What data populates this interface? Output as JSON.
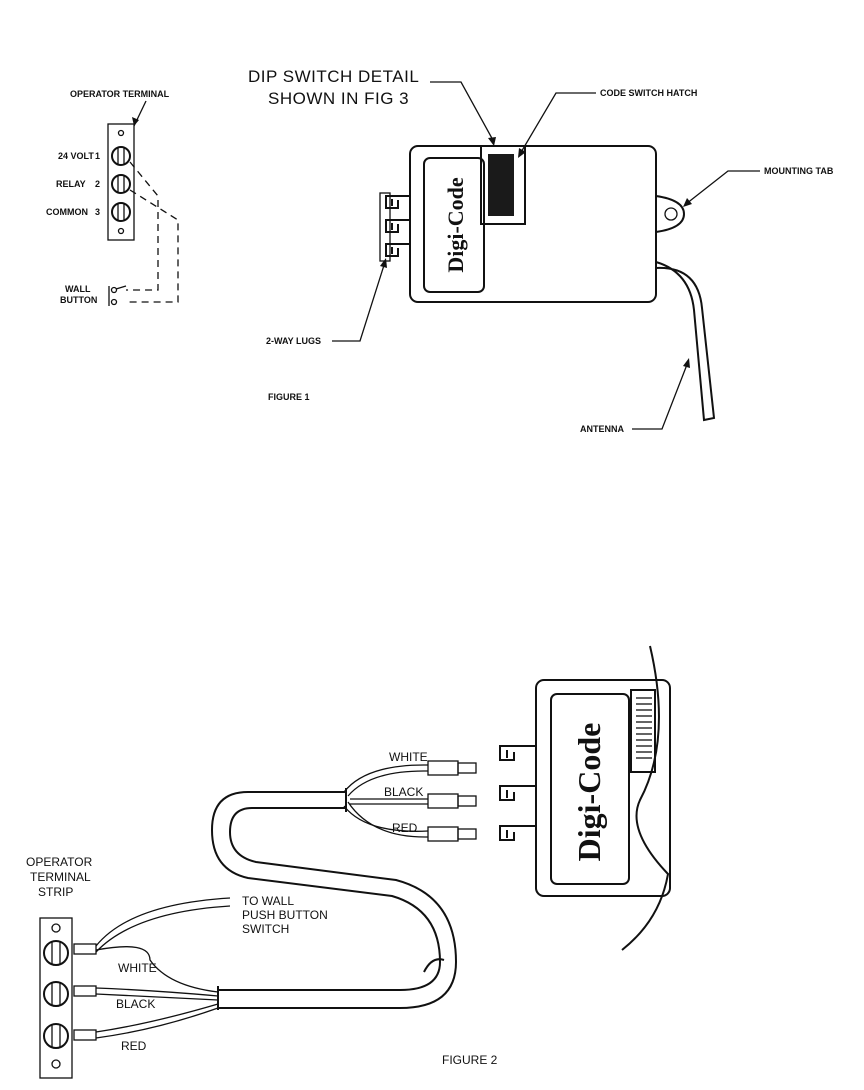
{
  "figure1": {
    "operator_terminal": "OPERATOR TERMINAL",
    "terminals": [
      {
        "name": "24 VOLT",
        "num": "1"
      },
      {
        "name": "RELAY",
        "num": "2"
      },
      {
        "name": "COMMON",
        "num": "3"
      }
    ],
    "wall_button": [
      "WALL",
      "BUTTON"
    ],
    "dip_detail": [
      "DIP SWITCH DETAIL",
      "SHOWN IN FIG 3"
    ],
    "code_switch_hatch": "CODE SWITCH HATCH",
    "mounting_tab": "MOUNTING TAB",
    "two_way_lugs": "2-WAY LUGS",
    "antenna": "ANTENNA",
    "device_logo": "Digi-Code",
    "caption": "FIGURE 1"
  },
  "figure2": {
    "wire_labels_device": [
      "WHITE",
      "BLACK",
      "RED"
    ],
    "operator_strip": [
      "OPERATOR",
      "TERMINAL",
      "STRIP"
    ],
    "to_wall": [
      "TO WALL",
      "PUSH BUTTON",
      "SWITCH"
    ],
    "wire_labels_strip": [
      "WHITE",
      "BLACK",
      "RED"
    ],
    "device_logo": "Digi-Code",
    "caption": "FIGURE 2"
  }
}
